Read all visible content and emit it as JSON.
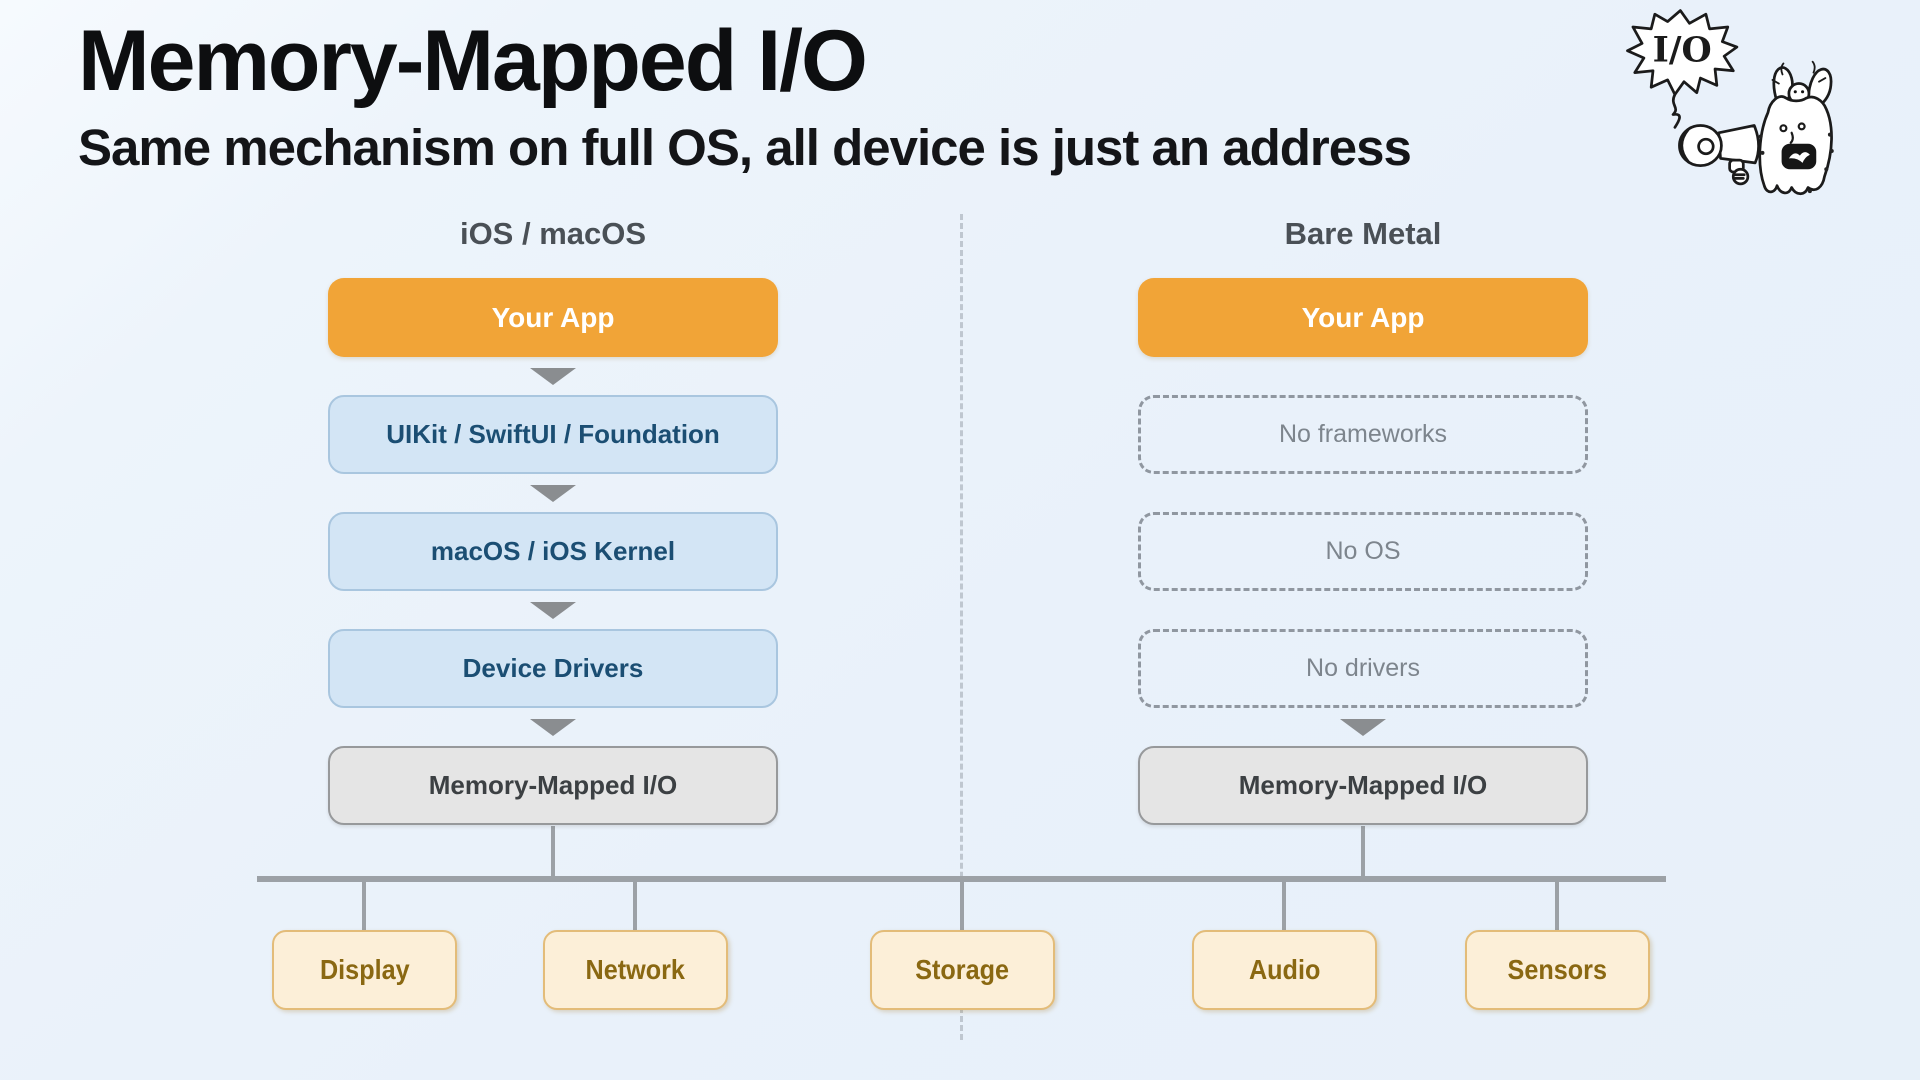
{
  "slide": {
    "title": "Memory-Mapped I/O",
    "subtitle": "Same mechanism on full OS, all device is just an address"
  },
  "doodle": {
    "bubble_text": "I/O"
  },
  "columns": {
    "left": {
      "header": "iOS / macOS",
      "boxes": {
        "app": "Your App",
        "frameworks": "UIKit / SwiftUI / Foundation",
        "kernel": "macOS / iOS Kernel",
        "drivers": "Device Drivers",
        "mmio": "Memory-Mapped I/O"
      }
    },
    "right": {
      "header": "Bare Metal",
      "boxes": {
        "app": "Your App",
        "frameworks": "No frameworks",
        "os": "No OS",
        "drivers": "No drivers",
        "mmio": "Memory-Mapped I/O"
      }
    }
  },
  "devices": [
    "Display",
    "Network",
    "Storage",
    "Audio",
    "Sensors"
  ],
  "colors": {
    "background": "#EBF2FA",
    "accent_orange": "#F1A437",
    "orange_text": "#FFFFFF",
    "blue_fill": "#D3E5F5",
    "blue_border": "#A9C6DF",
    "blue_text": "#1B4E73",
    "gray_fill": "#E5E5E5",
    "gray_border": "#97999B",
    "gray_text": "#3C4043",
    "dashed_border": "#9097A0",
    "dashed_text": "#7D858D",
    "device_fill": "#FCEFD8",
    "device_border": "#E3BC79",
    "device_text": "#8A6812",
    "connector_gray": "#9CA1A6",
    "header_text": "#4A5056",
    "divider": "#BFC7D0",
    "title_text": "#0D0E10"
  }
}
